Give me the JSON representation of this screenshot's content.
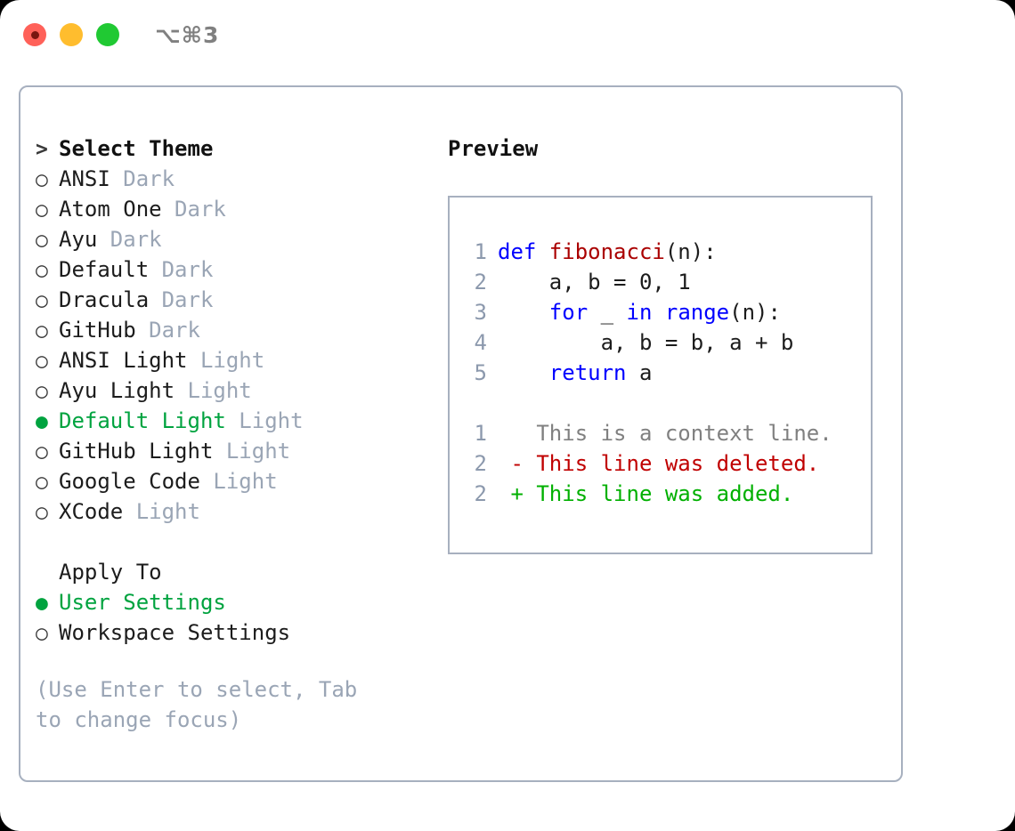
{
  "window": {
    "shortcut": "⌥⌘3",
    "traffic_lights": [
      {
        "name": "close",
        "color": "#ff6159"
      },
      {
        "name": "minimize",
        "color": "#ffbd2e"
      },
      {
        "name": "maximize",
        "color": "#20c933"
      }
    ]
  },
  "colors": {
    "accent_green": "#00a33f",
    "muted": "#9aa5b5",
    "border": "#a7b0bf",
    "keyword_blue": "#0000ff",
    "function_red": "#aa0000",
    "diff_deleted": "#c00000",
    "diff_added": "#00b000",
    "line_number": "#8c99ad"
  },
  "theme_selector": {
    "heading_marker": ">",
    "heading": "Select Theme",
    "marker_unselected": "○",
    "marker_selected": "●",
    "items": [
      {
        "label": "ANSI",
        "variant": "Dark",
        "selected": false
      },
      {
        "label": "Atom One",
        "variant": "Dark",
        "selected": false
      },
      {
        "label": "Ayu",
        "variant": "Dark",
        "selected": false
      },
      {
        "label": "Default",
        "variant": "Dark",
        "selected": false
      },
      {
        "label": "Dracula",
        "variant": "Dark",
        "selected": false
      },
      {
        "label": "GitHub",
        "variant": "Dark",
        "selected": false
      },
      {
        "label": "ANSI Light",
        "variant": "Light",
        "selected": false
      },
      {
        "label": "Ayu Light",
        "variant": "Light",
        "selected": false
      },
      {
        "label": "Default Light",
        "variant": "Light",
        "selected": true
      },
      {
        "label": "GitHub Light",
        "variant": "Light",
        "selected": false
      },
      {
        "label": "Google Code",
        "variant": "Light",
        "selected": false
      },
      {
        "label": "XCode",
        "variant": "Light",
        "selected": false
      }
    ]
  },
  "apply_to": {
    "heading": "Apply To",
    "items": [
      {
        "label": "User Settings",
        "selected": true
      },
      {
        "label": "Workspace Settings",
        "selected": false
      }
    ]
  },
  "hint": "(Use Enter to select, Tab to change focus)",
  "preview": {
    "title": "Preview",
    "code_lines": [
      {
        "num": "1",
        "tokens": [
          {
            "t": "def ",
            "c": "kw"
          },
          {
            "t": "fibonacci",
            "c": "fn"
          },
          {
            "t": "(n):",
            "c": "plain"
          }
        ]
      },
      {
        "num": "2",
        "tokens": [
          {
            "t": "    a, b = 0, 1",
            "c": "plain"
          }
        ]
      },
      {
        "num": "3",
        "tokens": [
          {
            "t": "    ",
            "c": "plain"
          },
          {
            "t": "for",
            "c": "kw"
          },
          {
            "t": " _ ",
            "c": "plain"
          },
          {
            "t": "in",
            "c": "kw"
          },
          {
            "t": " ",
            "c": "plain"
          },
          {
            "t": "range",
            "c": "kw"
          },
          {
            "t": "(n):",
            "c": "plain"
          }
        ]
      },
      {
        "num": "4",
        "tokens": [
          {
            "t": "        a, b = b, a + b",
            "c": "plain"
          }
        ]
      },
      {
        "num": "5",
        "tokens": [
          {
            "t": "    ",
            "c": "plain"
          },
          {
            "t": "return",
            "c": "kw"
          },
          {
            "t": " a",
            "c": "plain"
          }
        ]
      }
    ],
    "diff_lines": [
      {
        "num": "1",
        "marker": " ",
        "text": "This is a context line.",
        "kind": "ctx"
      },
      {
        "num": "2",
        "marker": "-",
        "text": "This line was deleted.",
        "kind": "del"
      },
      {
        "num": "2",
        "marker": "+",
        "text": "This line was added.",
        "kind": "add"
      }
    ]
  }
}
